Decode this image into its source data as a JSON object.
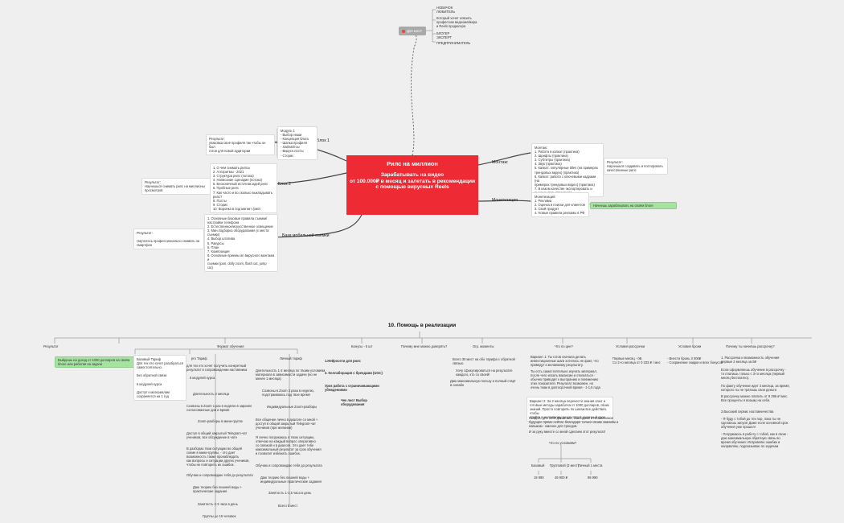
{
  "central": {
    "title": "Рилс на миллион",
    "subtitle": "Зарабатывать на видео\nот 100.000₽ в месяц и залетать в рекомендации\nс помощью вирусных Reels"
  },
  "who": {
    "label": "Для кого?",
    "items": [
      "НОВИЧОК\nЛЮБИТЕЛЬ",
      "Который хочет освоить\nпрофессию видеомейкера\nи Reels продюсера",
      "БЛОГЕР\nЭКСПЕРТ",
      "ПРЕДПРИНИМАТЕЛЬ"
    ]
  },
  "block1": {
    "label": "Блок 1",
    "content": "Модуль 1\n- Выбор ниши\n- Концепция блога\n- Шапка профиля\n- Хайлайтсы\n- Вирусн.посты\n- Сторис",
    "result": "Результат:\nупаковка своё профиля так чтобы он был\nготов для новой аудитории"
  },
  "block2": {
    "label": "Блок 2",
    "content": "1. О чем снимать рилсы\n2. Алгоритмы - 2021\n3. Структура рилс (потока)\n4. Написание сценария (потока)\n5. Бесконечный источник идей рилс\n6. Пробные рилс\n7. Как часто и во сколько выкладывать\nрилс?\n8. Посты\n9. Сторис\n10. Воронка в под магнит /рилс",
    "result": "Результат:\nНаучишься снимать рилс на миллионы\nпросмотров"
  },
  "mobile": {
    "label": "База мобильной съемки",
    "content": "1. Основные базовые правила съемки/\nнастройки телефона\n2. Естественное/искусственное освещение\n3. Мин.подборка оборудования (с места\nсъемки)\n4. Выбор штатива\n5. Ракурсы\n6. План\n7. Композиция\n8. Основные приемы an вирусного монтажа и\nсъемки (pan, dolly zoom, flash cut, jump\ncut)",
    "result": "Результат:\n\nНаучитесь профессионально снимать на\nсмартфон"
  },
  "montage": {
    "label": "Монтаж:",
    "content": "Монтаж:\n1. Работа в капкат (практика)\n2. Шрифты (практика)\n3. Субтитры (практика)\n4. Звук (практика)\n5. Капкат: популярные titles (на примерах\nтрендовых видео) (практика)\n6. Капкат: работа с ключевыми кадрами (на\nпримерах трендовых видео) (практика)\n7. В каком качестве экспортировать и\nвыкладывать (практика)",
    "result": "Результат:\nНаучишься создавать и постировать\nкачественные рилс"
  },
  "monet": {
    "label": "Монетизация",
    "content": "Монетизация:\n1. Реклама\n2. Оценка и поиски для клиентов\n3. Свой продукт\n4. Новые правила рекламы в РФ",
    "result": "Начнешь зарабатывать на своём блоге"
  },
  "help": {
    "title": "10. Помощь в реализации",
    "result_label": "Результат",
    "result_text": "Выйдешь на доход от 1000 долларов на своём\nблоге или работая на задачи",
    "format_label": "Формат обучения",
    "tariff_basic": "Базовый Тариф\nДля тех кто хочет разобраться\nсамостоятельно.\n\nБез обратной связи\n\n6 модулей курса\n\nДоступ к материалам\nсохраняется на 1 год",
    "tariff_pro_head": "pro Тариф",
    "tariff_pro": [
      "для тех кто хочет получить конкретный\nрезультат в сопровождении наставника",
      "6 модулей курса",
      "Длительность 2 месяца",
      "Созвоны в Zoom 1 раз в неделю в заранее\nсогласованные дни и время",
      "Zoom-разборы в мини-группе",
      "Доступ в общий закрытый Telegram-чат\nучеников, все обсуждение в чате",
      "В разборах твои ситуации во общей\nсхеме в мини-группы, - это дает\nвозможность также пронаблюдать\nкак вопросы и ситуации других учеников,\nчтобы не повторить их ошибок.",
      "Обучаю и сопровождаю тебя до результата",
      "Даю теорию без лишней воды +\nпрактические задания",
      "Занятость 2-3 часа в день",
      "Группы до 15 человек"
    ],
    "tariff_personal_head": "Личный тариф",
    "tariff_personal": [
      "Длительность 1-2 месяца по твоим условиям\nматериала в зависимости задачи (но не\nменее 1 месяца)",
      "Созвоны в Zoom 3 раза в неделю,\nподстраиваюсь под твое время",
      "Индивидуальные Zoom-разборы",
      "Все общение лично в диалоге со мной +\nдоступ в общий закрытый Telegram-чат\nучеников (при желании)",
      "Я лично погружаюсь в твою ситуацию,\nотвечаю на каждый вопрос оперативно\nсо связкой и в диалоге. Это дает тебе\nмаксимальный результат за срок обучения\nи позволит избежать ошибок.",
      "Обучаю и сопровождаю тебя до результата",
      "Даю теорию без лишней воды +\nиндивидуальные практические задания",
      "Занятость 1-1,5 часа в день",
      "Всего 5 мест"
    ],
    "bonus_label": "Бонусы - 5 шт",
    "bonus": [
      "1.Нейросети для рилс",
      "2. Коллаборация с брендами (UGC)",
      "Урок работа с ограничивающими\nубеждениями",
      "Чек лист Выбор\nоборудования"
    ],
    "trust_label": "Почему мне можно доверять?",
    "limit_label": "Огр. моменты",
    "limit": [
      "Всего 30 мест на обо тарифа с обратной\nсвязью",
      "Хочу сфокусироваться на результате\nкаждого, кто со своей!",
      "Даю максимальную пользу и полный старт\nв онлайн"
    ],
    "what_label": "Что по цен?",
    "what": [
      "Вариант 1: Ты готов сначала делать\nинвестиционные шаги хотелось не факт, что\nприведут к желаемому результату.",
      "Ты есть самостоятельно изучать материал,\nпосле чего искать вакансии и отклкаться -\nобычно приводит к выгоранию и понижению\nэтих показателя. Результат возможен, но\nочень ткам в долгосрочной время - 1-1,5 года",
      "Вариант 2: За 2 месяца перенести знания опыт и\nготовые методы заработка от 1000 долларов, своих\nзнаний. Просто повторить по шагам все действия, чтобы\nприйти в желаемому результату в заданный срок.",
      "Создать для себя движение, свободное и независимое\nбудущее прямо сейчас благодаря только своим знаниям и\nнавыкам - именно для трендов.",
      "И за руку вместе со мной сделаем этот результат!"
    ],
    "what_cost": "Что по условиям?",
    "costs": [
      {
        "name": "Базовый",
        "price": "19 990"
      },
      {
        "name": "Групповой (3 мест)",
        "price": "49 900 ₽"
      },
      {
        "name": "Личный 1 места",
        "price": "99 990"
      }
    ],
    "installment_label": "Условия рассрочки",
    "installment": "Первые месяц - 0₽,\nСо 2-го месяца от 0 333 ₽ / мес",
    "book_label": "Условия брони",
    "book": "- Внести бронь 3 000₽\n- Сохранение скидки и всех бонусов",
    "why_label": "Почему ты начнёшь рассрочку?",
    "why": [
      "1. Рассрочка и возможность обучения\nпервые 2 месяца за 0₽",
      "Если оформляешь обучение в рассрочку -\nто платишь только с 3-го месяца (первый\nмесяц бесплатно).",
      "По факту обучение идет 3 месяца, за время,\nкоторого ты не тратишь свои деньги",
      "В рассрочку можно платить от 8 395 ₽ /мес.\nВсе проценты я возьму на себя.",
      "2.Высокий сервис наставничества",
      "- Я буду с тобой до тех пор, пока ты не\nсделаешь запуск! Даже если основной срок\nобучения уже прошел!",
      "- Погружаюсь в работу с тобой, как в свою -\nдаю максимальную обратную связь во\nвремя обучения: Исправляю ошибки и\nнаправляю, подсказываю по задачам"
    ]
  }
}
